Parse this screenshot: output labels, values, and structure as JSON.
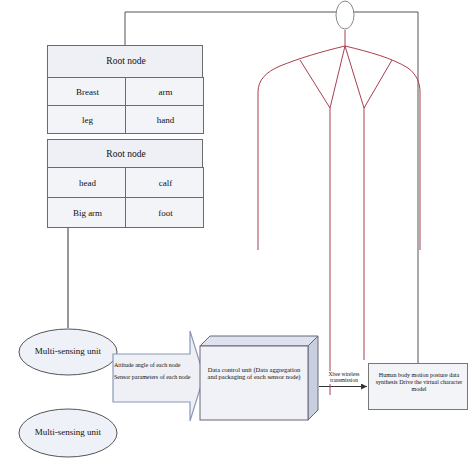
{
  "diagram": {
    "nodes": [
      {
        "text": [
          "Root node"
        ]
      },
      {
        "text": [
          "Breast"
        ],
        "in": 0
      },
      {
        "text": [
          "arm"
        ],
        "in": 0
      },
      {
        "text": [
          "leg"
        ],
        "in": 0
      },
      {
        "text": [
          "hand"
        ],
        "in": 0
      },
      {
        "text": [
          "Root node"
        ]
      },
      {
        "text": [
          "head"
        ],
        "in": 5
      },
      {
        "text": [
          "calf"
        ],
        "in": 5
      },
      {
        "text": [
          "Big arm"
        ],
        "in": 5
      },
      {
        "text": [
          "foot"
        ],
        "in": 5
      },
      {
        "text": [
          "Multi-sensing unit"
        ]
      },
      {
        "text": [
          "Multi-sensing unit"
        ]
      },
      {
        "text": [
          "Attitude angle of each node",
          "Sensor parameters of each node"
        ]
      },
      {
        "text": [
          "Data control unit (Data aggregation and packaging of each sensor node)"
        ]
      },
      {
        "text": [
          "Human body motion posture data synthesis Drive the virtual character model"
        ]
      }
    ],
    "edges": [
      {
        "from": 5,
        "to": 10,
        "arrow": "none"
      },
      {
        "from": 0,
        "to": 14,
        "arrow": "none"
      },
      {
        "from": 13,
        "to": 14,
        "label": "Xbee wireless transmission",
        "arrow": "to"
      }
    ]
  }
}
